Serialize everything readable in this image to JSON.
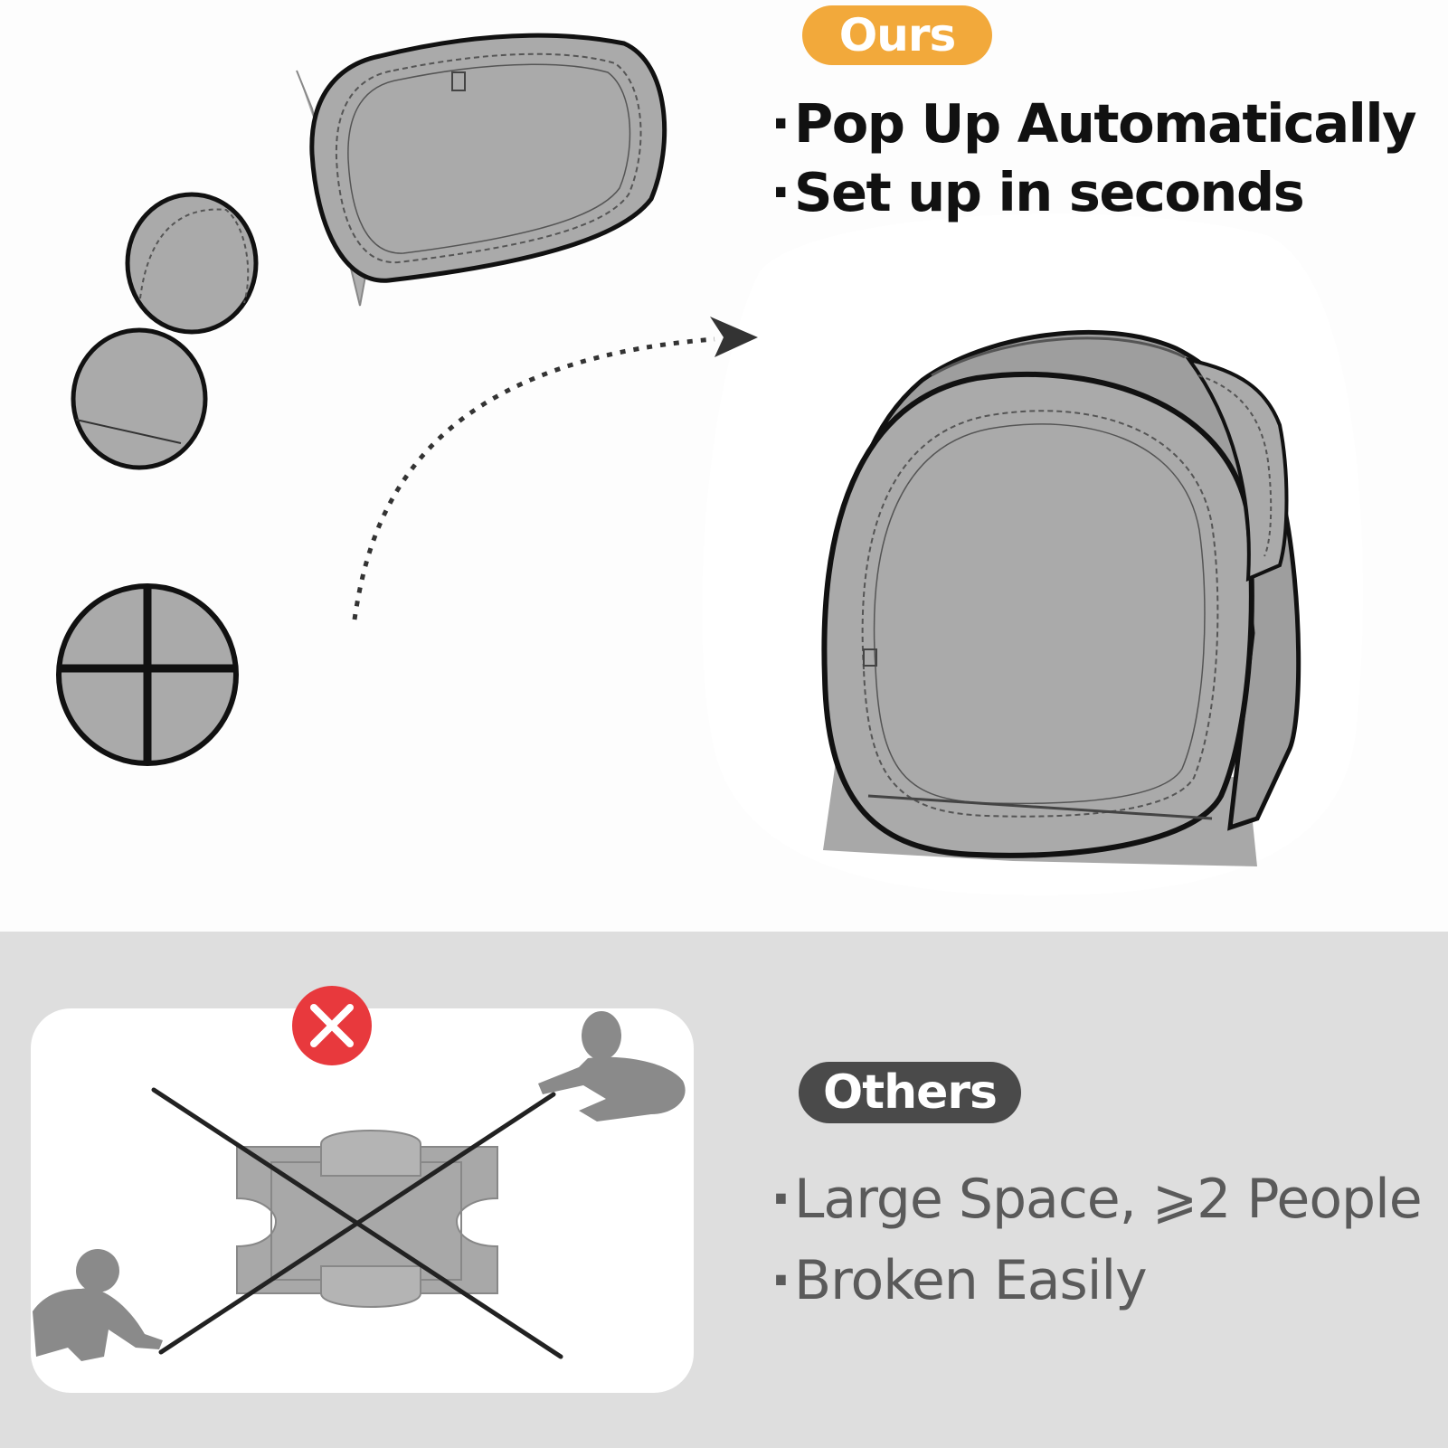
{
  "ours": {
    "badge": "Ours",
    "features": [
      "Pop Up Automatically",
      "Set up in seconds"
    ]
  },
  "others": {
    "badge": "Others",
    "features": [
      "Large Space, ⩾2 People",
      "Broken Easily"
    ]
  },
  "colors": {
    "ours_badge": "#f2a93b",
    "others_badge": "#4a4a4a",
    "tent_fill": "#aaaaaa",
    "x_icon": "#e8393d",
    "bottom_bg": "#dedede"
  },
  "icons": {
    "comparison_fail": "x-mark-icon",
    "flow_arrow": "dotted-arrow-icon"
  }
}
